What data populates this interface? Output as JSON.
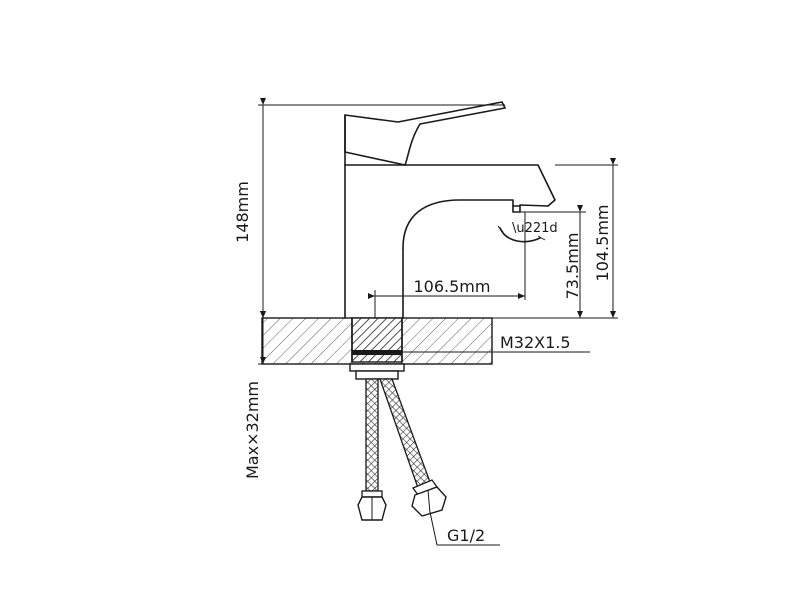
{
  "dimensions": {
    "total_height": "148mm",
    "spout_reach": "106.5mm",
    "spout_height": "73.5mm",
    "body_height": "104.5mm",
    "thread": "M32X1.5",
    "max_deck": "Max×32mm",
    "hose_thread": "G1/2"
  }
}
